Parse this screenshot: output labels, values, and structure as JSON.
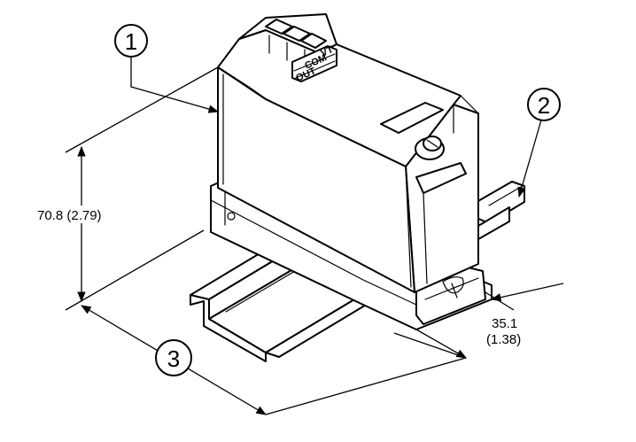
{
  "callouts": {
    "c1": "1",
    "c2": "2",
    "c3": "3"
  },
  "dimensions": {
    "height": "70.8 (2.79)",
    "depth_mm": "35.1",
    "depth_in": "(1.38)"
  },
  "terminal_labels": {
    "vt": "VT",
    "com": "COM",
    "out": "OUT"
  }
}
